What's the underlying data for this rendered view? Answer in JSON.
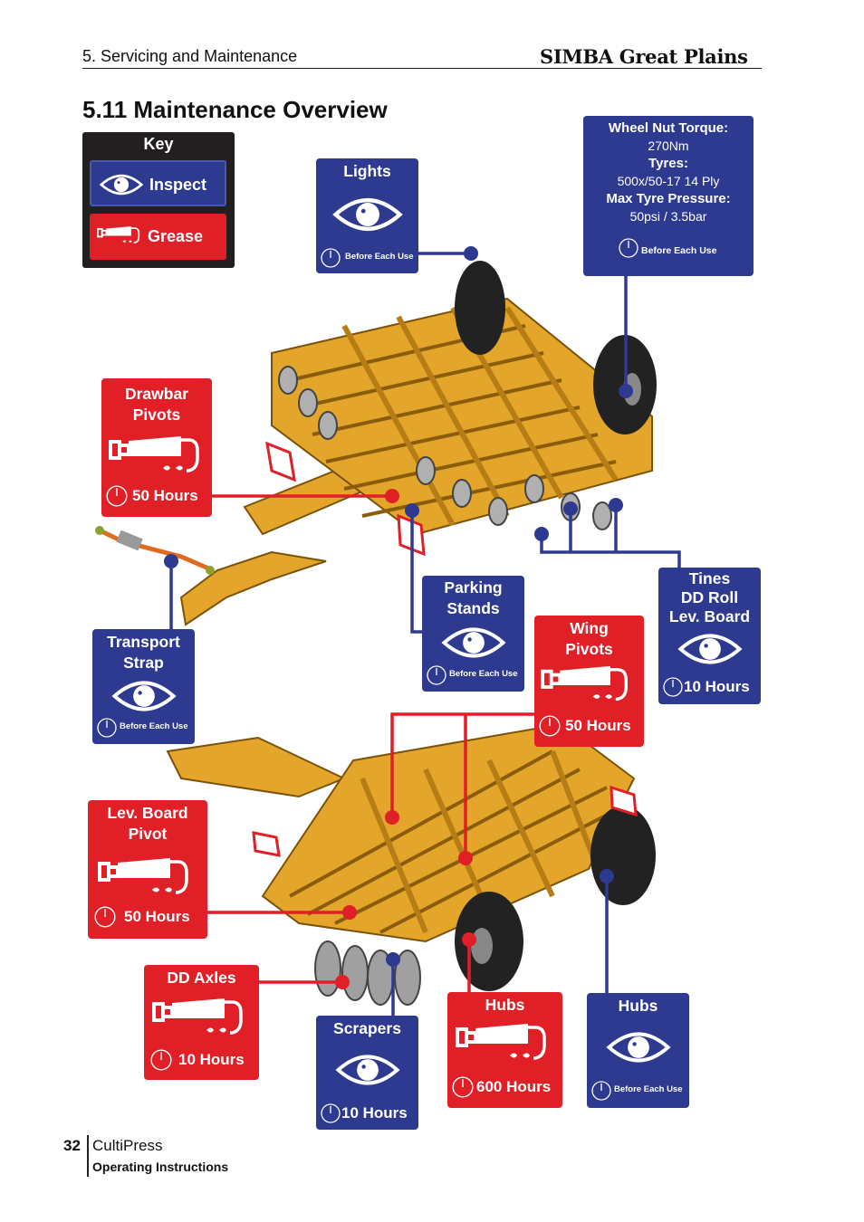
{
  "header": {
    "section": "5. Servicing and Maintenance",
    "brand": "SIMBA Great Plains"
  },
  "title": "5.11 Maintenance Overview",
  "key": {
    "title": "Key",
    "inspect": "Inspect",
    "grease": "Grease",
    "inspect_icon": "eye-icon",
    "grease_icon": "grease-gun-icon"
  },
  "colors": {
    "inspect": "#2e3a8f",
    "grease": "#e01f26",
    "frame": "#e3a62a"
  },
  "spec": {
    "label1": "Wheel Nut Torque:",
    "value1": "270Nm",
    "label2": "Tyres:",
    "value2": "500x/50-17  14 Ply",
    "label3": "Max Tyre Pressure:",
    "value3": "50psi / 3.5bar",
    "interval": "Before Each Use"
  },
  "points": {
    "lights": {
      "label": "Lights",
      "interval": "Before Each Use"
    },
    "drawbar": {
      "label1": "Drawbar",
      "label2": "Pivots",
      "interval": "50 Hours"
    },
    "parking": {
      "label1": "Parking",
      "label2": "Stands",
      "interval": "Before Each Use"
    },
    "tines": {
      "label1": "Tines",
      "label2": "DD Roll",
      "label3": "Lev. Board",
      "interval": "10 Hours"
    },
    "wing": {
      "label1": "Wing",
      "label2": "Pivots",
      "interval": "50 Hours"
    },
    "transport": {
      "label1": "Transport",
      "label2": "Strap",
      "interval": "Before Each Use"
    },
    "levboard": {
      "label1": "Lev. Board",
      "label2": "Pivot",
      "interval": "50 Hours"
    },
    "ddaxles": {
      "label": "DD Axles",
      "interval": "10 Hours"
    },
    "scrapers": {
      "label": "Scrapers",
      "interval": "10 Hours"
    },
    "hubs_grease": {
      "label": "Hubs",
      "interval": "600 Hours"
    },
    "hubs_inspect": {
      "label": "Hubs",
      "interval": "Before Each Use"
    }
  },
  "footer": {
    "page": "32",
    "product": "CultiPress",
    "subtitle": "Operating Instructions"
  }
}
